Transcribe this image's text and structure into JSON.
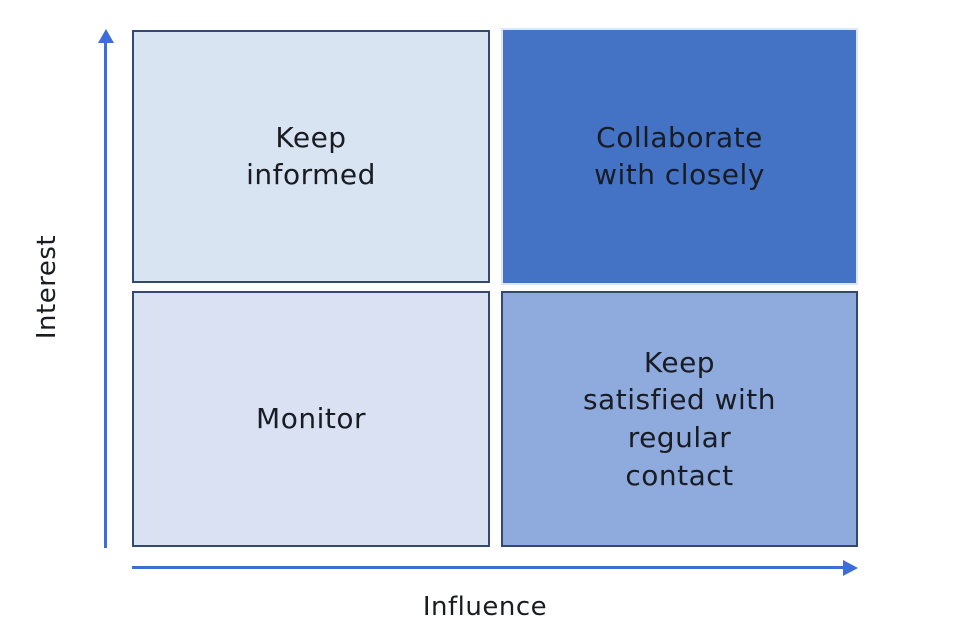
{
  "diagram": {
    "type": "2x2-matrix",
    "axes": {
      "y_label": "Interest",
      "x_label": "Influence"
    },
    "quadrants": [
      {
        "position": "top-left",
        "label": "Keep\ninformed",
        "fill": "#d8e4f1",
        "border": "#35496e"
      },
      {
        "position": "top-right",
        "label": "Collaborate\nwith closely",
        "fill": "#4472c4",
        "border": "#dce6f6"
      },
      {
        "position": "bottom-left",
        "label": "Monitor",
        "fill": "#d9e1f3",
        "border": "#35496e"
      },
      {
        "position": "bottom-right",
        "label": "Keep\nsatisfied with\nregular\ncontact",
        "fill": "#8faadc",
        "border": "#35496e"
      }
    ],
    "colors": {
      "axis_arrow": "#3e6dd8",
      "text": "#191c22",
      "background": "#ffffff"
    }
  }
}
